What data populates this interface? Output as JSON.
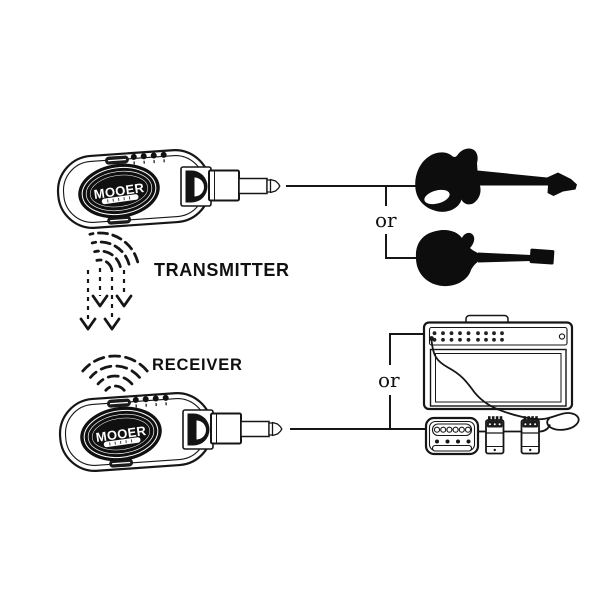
{
  "colors": {
    "background": "#ffffff",
    "ink": "#161616",
    "silhouette": "#0d0d0d",
    "brand_text": "#ffffff"
  },
  "labels": {
    "transmitter": "TRANSMITTER",
    "receiver": "RECEIVER",
    "or_top": "or",
    "or_bottom": "or"
  },
  "devices": {
    "transmitter": {
      "brand": "MOOER",
      "led_count": 4
    },
    "receiver": {
      "brand": "MOOER",
      "led_count": 4
    }
  },
  "icons": [
    "wireless-waves-icon",
    "signal-arrows-icon",
    "quarter-inch-jack-icon",
    "electric-guitar-strat-icon",
    "electric-guitar-lespaul-icon",
    "guitar-amp-icon",
    "multi-effects-pedal-icon",
    "stompbox-pedal-icon",
    "instrument-cable-icon"
  ]
}
